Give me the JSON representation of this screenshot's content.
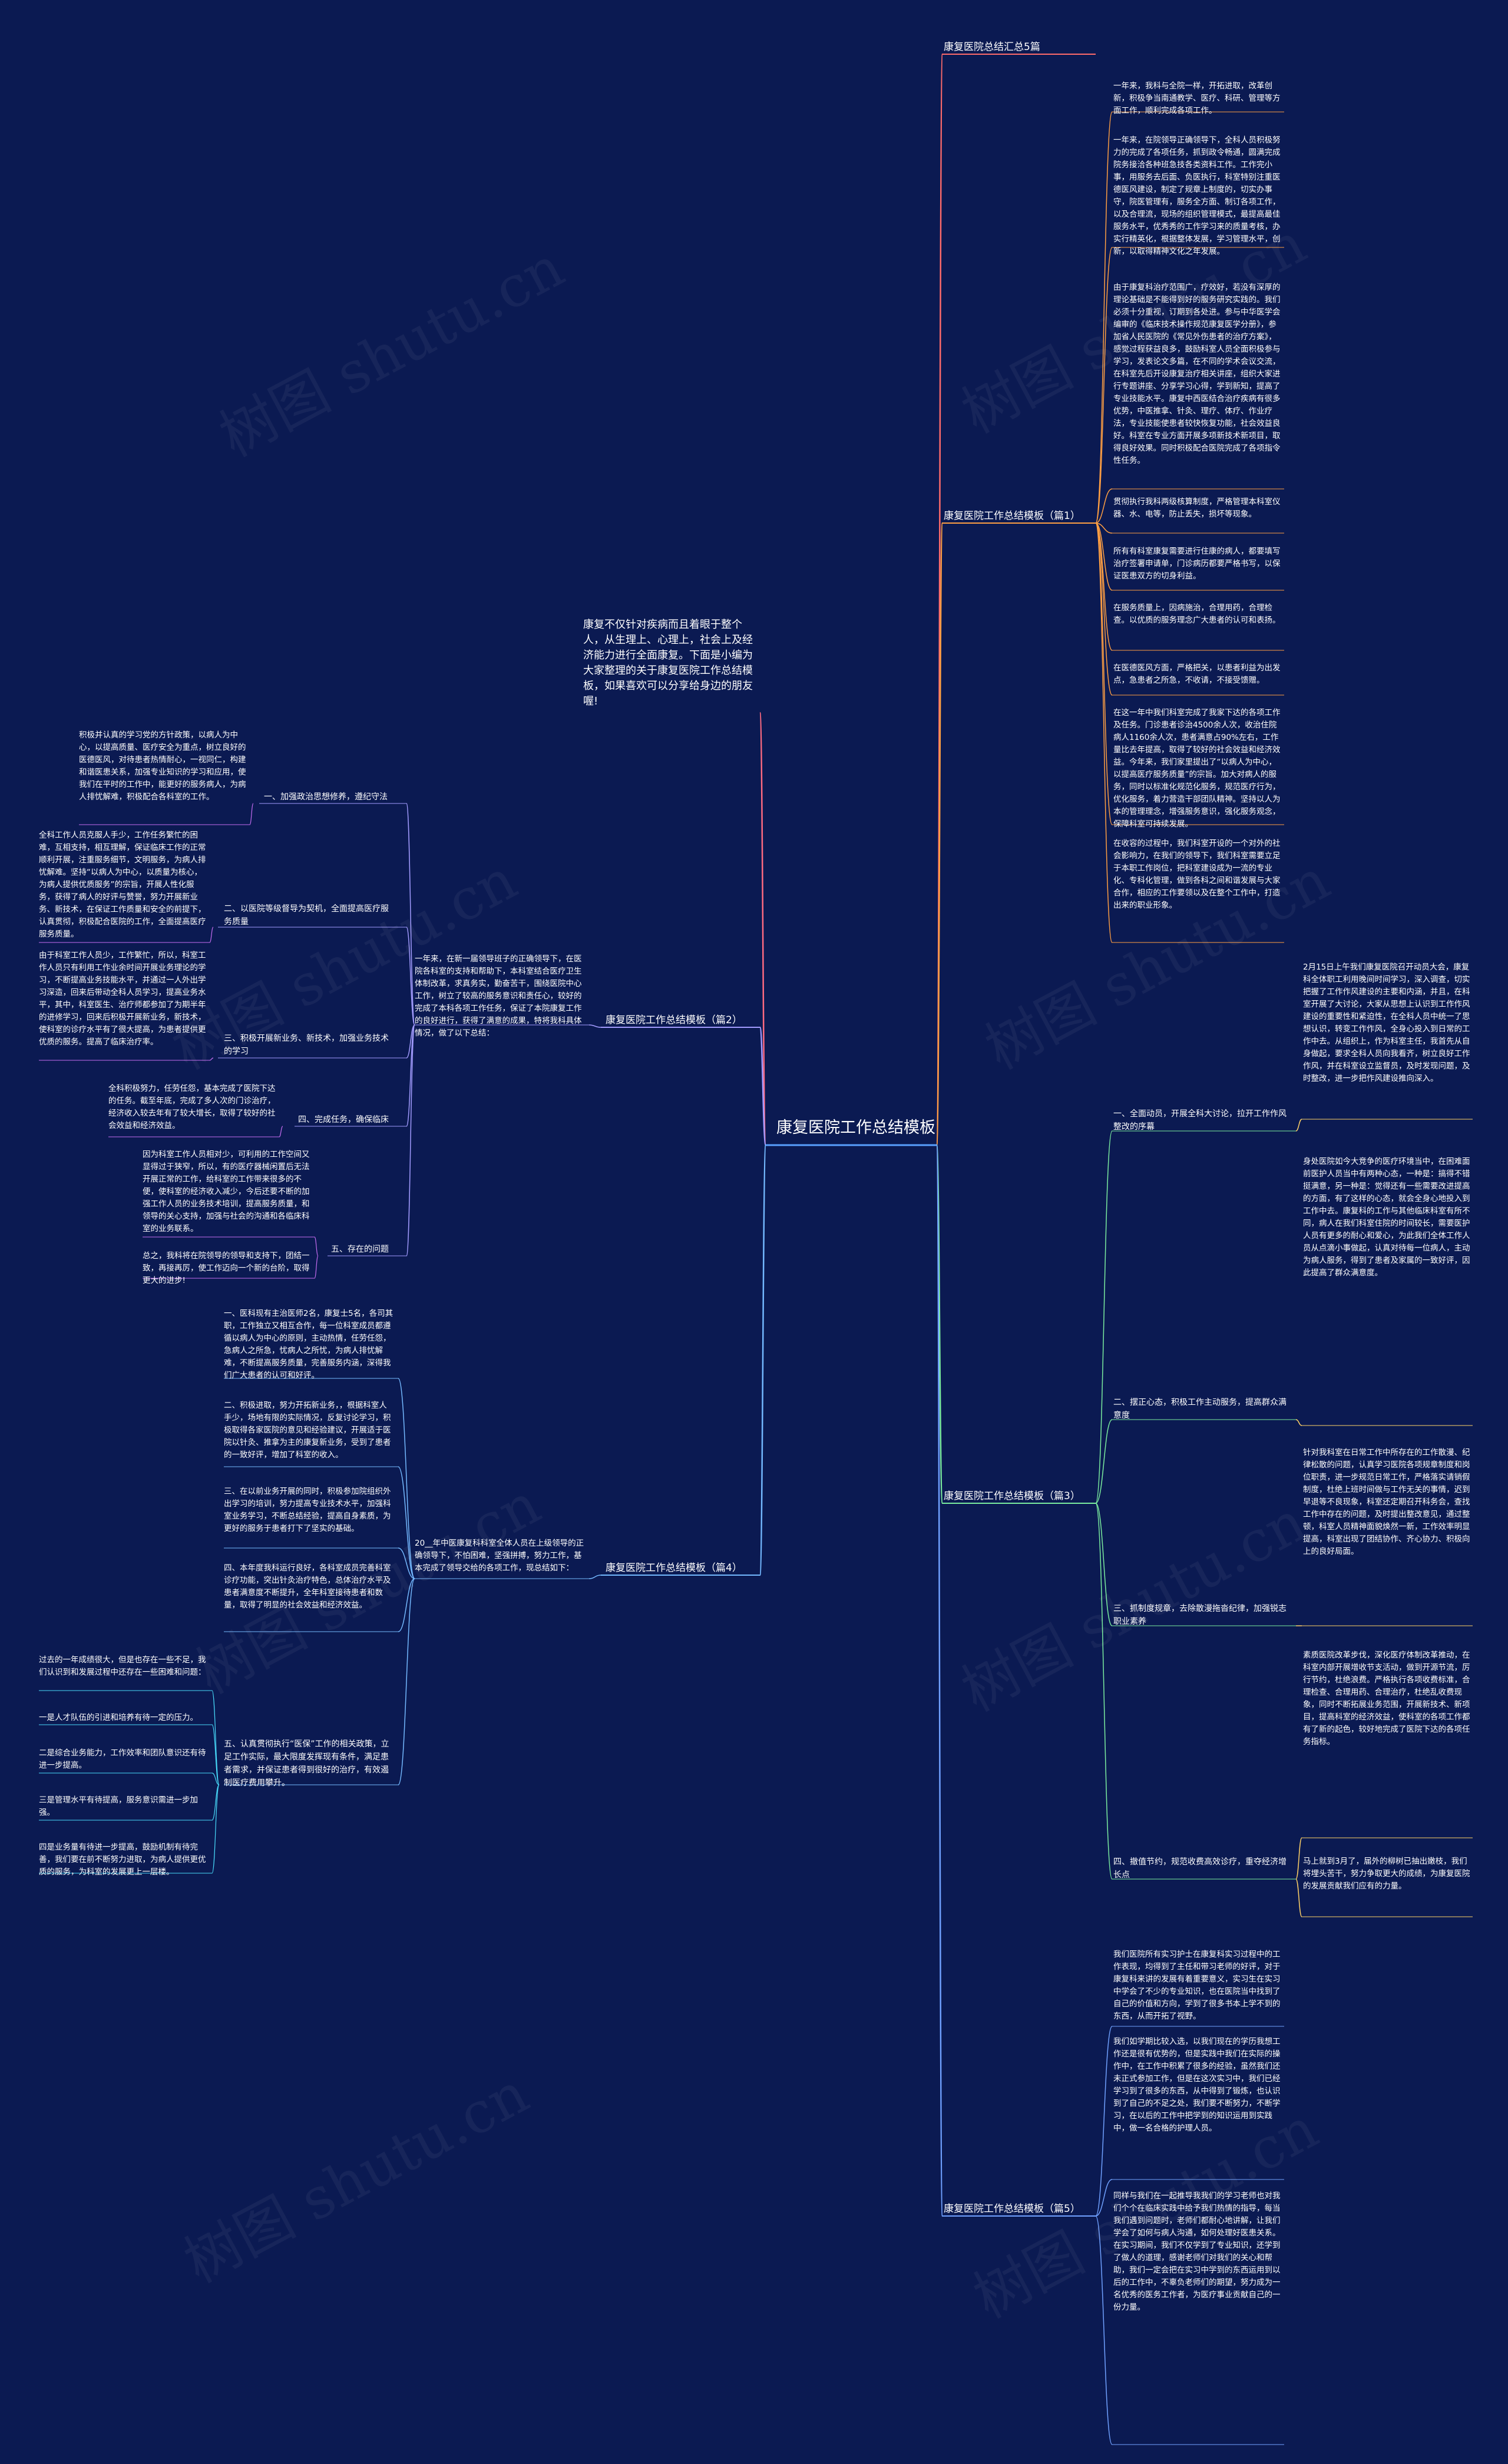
{
  "central": "康复医院工作总结模板",
  "intro": "康复不仅针对疾病而且着眼于整个人，从生理上、心理上，社会上及经济能力进行全面康复。下面是小编为大家整理的关于康复医院工作总结模板，如果喜欢可以分享给身边的朋友喔!",
  "watermark": "树图 shutu.cn",
  "branches": {
    "b0": "康复医院总结汇总5篇",
    "b1": "康复医院工作总结模板（篇1）",
    "b2": "康复医院工作总结模板（篇2）",
    "b3": "康复医院工作总结模板（篇3）",
    "b4": "康复医院工作总结模板（篇4）",
    "b5": "康复医院工作总结模板（篇5）"
  },
  "p1": [
    "一年来，我科与全院一样，开拓进取，改革创新，积极争当南通教学、医疗、科研、管理等方面工作，顺利完成各项工作。",
    "一年来，在院领导正确领导下，全科人员积极努力的完成了各项任务，抓到政令畅通，圆满完成院务接洽各种班急技各类资料工作。工作完小事，用服务去后面、负医执行，科室特别注重医德医风建设，制定了规章上制度的，切实办事守，院医管理有，服务全方面、制订各项工作，以及合理流，现场的组织管理模式，最提高最佳服务水平，优秀秀的工作学习来的质量考核，办实行精英化，根据整体发展，学习管理水平，创新，以取得精神文化之年发展。",
    "由于康复科治疗范围广，疗效好，若没有深厚的理论基础是不能得到好的服务研究实践的。我们必须十分重视，订期到各处进。参与中华医学会编审的《临床技术操作规范康复医学分册》，参加省人民医院的《常见外伤患者的治疗方案》，感觉过程获益良多，鼓励科室人员全面积极参与学习，发表论文多篇，在不同的学术会议交流，在科室先后开设康复治疗相关讲座，组织大家进行专题讲座、分享学习心得，学到新知，提高了专业技能水平。康复中西医结合治疗疾病有很多优势，中医推拿、针灸、理疗、体疗、作业疗法，专业技能使患者较快恢复功能，社会效益良好。科室在专业方面开展多项新技术新项目，取得良好效果。同时积极配合医院完成了各项指令性任务。",
    "贯彻执行我科两级核算制度，严格管理本科室仪器、水、电等，防止丢失，损坏等现象。",
    "所有有科室康复需要进行住康的病人，都要填写治疗签署申请单，门诊病历都要严格书写，以保证医患双方的切身利益。",
    "在服务质量上，因病施治，合理用药，合理检查。以优质的服务理念广大患者的认可和表扬。",
    "在医德医风方面，严格把关，以患者利益为出发点，急患者之所急，不收请，不接受馈赠。",
    "在这一年中我们科室完成了我家下达的各项工作及任务。门诊患者诊治4500余人次，收治住院病人1160余人次，患者满意占90%左右，工作量比去年提高，取得了较好的社会效益和经济效益。今年来，我们家里提出了“以病人为中心，以提高医疗服务质量”的宗旨。加大对病人的服务，同时以标准化规范化服务，规范医疗行为，优化服务，着力营造干部团队精神。坚持以人为本的管理理念，增强服务意识，强化服务观念，保障科室可持续发展。",
    "在收容的过程中，我们科室开设的一个对外的社会影响力，在我们的领导下，我们科室需要立足于本职工作岗位，把科室建设成为一流的专业化、专科化管理，做到各科之间和谐发展与大家合作，相应的工作要领以及在整个工作中，打造出来的职业形象。"
  ],
  "p2": {
    "intro": "一年来，在新一届领导班子的正确领导下，在医院各科室的支持和帮助下，本科室结合医疗卫生体制改革，求真务实，勤奋苦干，围绕医院中心工作，树立了较高的服务意识和责任心，较好的完成了本科各项工作任务，保证了本院康复工作的良好进行，获得了满意的成果，特将我科具体情况，做了以下总结：",
    "items": [
      {
        "title": "一、加强政治思想修养，遵纪守法",
        "text": "积极并认真的学习党的方针政策，以病人为中心，以提高质量、医疗安全为重点，树立良好的医德医风，对待患者热情耐心，一视同仁，构建和谐医患关系，加强专业知识的学习和应用，使我们在平时的工作中，能更好的服务病人，为病人排忧解难，积极配合各科室的工作。"
      },
      {
        "title": "二、以医院等级督导为契机，全面提高医疗服务质量",
        "text": "全科工作人员克服人手少，工作任务繁忙的困难，互相支持，相互理解，保证临床工作的正常顺利开展，注重服务细节，文明服务，为病人排忧解难。坚持“以病人为中心，以质量为核心，为病人提供优质服务”的宗旨，开展人性化服务，获得了病人的好评与赞誉，努力开展新业务、新技术，在保证工作质量和安全的前提下，认真贯彻，积极配合医院的工作，全面提高医疗服务质量。"
      },
      {
        "title": "三、积极开展新业务、新技术，加强业务技术的学习",
        "text": "由于科室工作人员少，工作繁忙，所以，科室工作人员只有利用工作业余时间开展业务理论的学习，不断提高业务技能水平，并通过一人外出学习深造，回来后带动全科人员学习，提高业务水平，其中，科室医生、治疗师都参加了为期半年的进修学习，回来后积极开展新业务，新技术，使科室的诊疗水平有了很大提高，为患者提供更优质的服务。提高了临床治疗率。"
      },
      {
        "title": "四、完成任务，确保临床",
        "text": "全科积极努力，任劳任怨，基本完成了医院下达的任务。截至年底，完成了多人次的门诊治疗，经济收入较去年有了较大增长，取得了较好的社会效益和经济效益。"
      },
      {
        "title": "五、存在的问题",
        "text": "因为科室工作人员相对少，可利用的工作空间又显得过于狭窄，所以，有的医疗器械闲置后无法开展正常的工作，给科室的工作带来很多的不便，使科室的经济收入减少，今后还要不断的加强工作人员的业务技术培训，提高服务质量，和领导的关心支持，加强与社会的沟通和各临床科室的业务联系。"
      }
    ],
    "outro": "总之，我科将在院领导的领导和支持下，团结一致，再接再厉，使工作迈向一个新的台阶，取得更大的进步!"
  },
  "p3": [
    {
      "title": "一、全面动员，开展全科大讨论，拉开工作作风整改的序幕",
      "text": "2月15日上午我们康复医院召开动员大会，康复科全体职工利用晚间时间学习，深入调查，切实把握了工作作风建设的主要和内涵，并且，在科室开展了大讨论，大家从思想上认识到工作作风建设的重要性和紧迫性，在全科人员中统一了思想认识，转变工作作风，全身心投入到日常的工作中去。从组织上，作为科室主任，我首先从自身做起，要求全科人员向我看齐，树立良好工作作风，并在科室设立监督员，及时发现问题，及时整改，进一步把作风建设推向深入。"
    },
    {
      "title": "二、摆正心态，积极工作主动服务，提高群众满意度",
      "text": "身处医院如今大竞争的医疗环境当中，在困难面前医护人员当中有两种心态，一种是：搞得不错挺满意，另一种是：觉得还有一些需要改进提高的方面，有了这样的心态，就会全身心地投入到工作中去。康复科的工作与其他临床科室有所不同，病人在我们科室住院的时间较长，需要医护人员有更多的耐心和爱心，为此我们全体工作人员从点滴小事做起，认真对待每一位病人，主动为病人服务，得到了患者及家属的一致好评，因此提高了群众满意度。"
    },
    {
      "title": "三、抓制度规章，去除散漫拖沓纪律，加强锐志职业素养",
      "text": "针对我科室在日常工作中所存在的工作散漫、纪律松散的问题，认真学习医院各项规章制度和岗位职责，进一步规范日常工作，严格落实请销假制度，杜绝上班时间做与工作无关的事情，迟到早退等不良现象，科室还定期召开科务会，查找工作中存在的问题，及时提出整改意见，通过整顿，科室人员精神面貌焕然一新，工作效率明显提高，科室出现了团结协作、齐心协力、积极向上的良好局面。"
    },
    {
      "title": "四、撤值节约，规范收费高效诊疗，重夺经济增长点",
      "text": "素质医院改革步伐，深化医疗体制改革推动，在科室内部开展增收节支活动，做到开源节流，厉行节约，杜绝浪费。严格执行各项收费标准，合理检查、合理用药、合理治疗，杜绝乱收费现象，同时不断拓展业务范围，开展新技术、新项目，提高科室的经济效益，使科室的各项工作都有了新的起色，较好地完成了医院下达的各项任务指标。",
      "extra": "马上就到3月了，届外的柳树已抽出嫩枝，我们将埋头苦干，努力争取更大的成绩，为康复医院的发展贡献我们应有的力量。"
    }
  ],
  "p5": [
    "我们医院所有实习护士在康复科实习过程中的工作表现，均得到了主任和带习老师的好评，对于康复科来讲的发展有着重要意义，实习生在实习中学会了不少的专业知识，也在医院当中找到了自己的价值和方向，学到了很多书本上学不到的东西，从而开拓了视野。",
    "我们如学期比较入选，以我们现在的学历我想工作还是很有优势的，但是实践中我们在实际的操作中，在工作中积累了很多的经验，虽然我们还未正式参加工作，但是在这次实习中，我们已经学习到了很多的东西，从中得到了锻炼，也认识到了自己的不足之处，我们要不断努力，不断学习，在以后的工作中把学到的知识运用到实践中，做一名合格的护理人员。",
    "同样与我们在一起推导我我们的学习老师也对我们个个在临床实践中给予我们热情的指导，每当我们遇到问题时，老师们都耐心地讲解，让我们学会了如何与病人沟通，如何处理好医患关系。在实习期间，我们不仅学到了专业知识，还学到了做人的道理，感谢老师们对我们的关心和帮助，我们一定会把在实习中学到的东西运用到以后的工作中，不辜负老师们的期望，努力成为一名优秀的医务工作者，为医疗事业贡献自己的一份力量。"
  ],
  "p4": {
    "intro": "20__年中医康复科科室全体人员在上级领导的正确领导下，不怕困难，坚强拼搏，努力工作，基本完成了领导交给的各项工作，现总结如下：",
    "items": [
      "一、医科现有主治医师2名，康复士5名，各司其职，工作独立又相互合作，每一位科室成员都遵循以病人为中心的原则，主动热情，任劳任怨，急病人之所急，忧病人之所忧，为病人排忧解难，不断提高服务质量，完善服务内涵，深得我们广大患者的认可和好评。",
      "二、积极进取，努力开拓新业务，，根据科室人手少，场地有限的实际情况，反复讨论学习，积极取得各家医院的意见和经验建议，开展适于医院以针灸、推拿为主的康复新业务，受到了患者的一致好评，增加了科室的收入。",
      "三、在以前业务开展的同时，积极参加院组织外出学习的培训，努力提高专业技术水平，加强科室业务学习，不断总结经验，提高自身素质，为更好的服务于患者打下了坚实的基础。",
      "四、本年度我科运行良好，各科室成员完善科室诊疗功能，突出针灸治疗特色，总体治疗水平及患者满意度不断提升，全年科室接待患者和数量，取得了明显的社会效益和经济效益。"
    ],
    "item5": {
      "title": "五、认真贯彻执行“医保”工作的相关政策，立足工作实际，最大限度发挥现有条件，满足患者需求，并保证患者得到很好的治疗，有效遏制医疗费用攀升。",
      "subs": [
        "过去的一年成绩很大，但是也存在一些不足，我们认识到和发展过程中还存在一些困难和问题：",
        "一是人才队伍的引进和培养有待一定的压力。",
        "二是综合业务能力，工作效率和团队意识还有待进一步提高。",
        "三是管理水平有待提高，服务意识需进一步加强。",
        "四是业务量有待进一步提高，鼓励机制有待完善，我们要在前不断努力进取，为病人提供更优质的服务，为科室的发展更上一层楼。"
      ]
    }
  }
}
